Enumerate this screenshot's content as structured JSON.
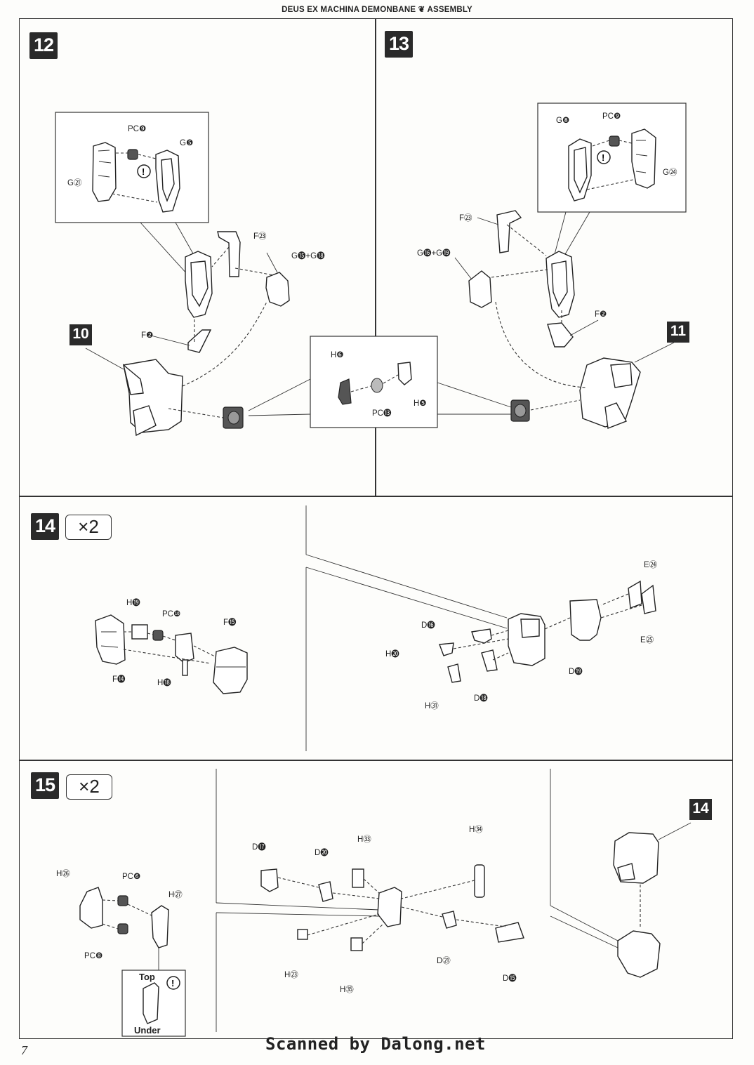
{
  "header": {
    "title": "DEUS EX MACHINA DEMONBANE ❦ ASSEMBLY"
  },
  "steps": {
    "s12": {
      "num": "12",
      "labels": {
        "pc": "PC❾",
        "g5": "G❺",
        "g21": "G㉑",
        "f23": "F㉓",
        "g15g18": "G⓯+G⓲",
        "f2": "F❷",
        "ref": "10"
      }
    },
    "s13": {
      "num": "13",
      "labels": {
        "g8": "G❽",
        "pc": "PC❾",
        "g24": "G㉔",
        "f23": "F㉓",
        "g16g19": "G⓰+G⓳",
        "f2": "F❷",
        "ref": "11"
      }
    },
    "shared": {
      "labels": {
        "h6": "H❻",
        "pcm": "PC⓭",
        "h5": "H❺"
      }
    },
    "s14": {
      "num": "14",
      "mult": "×2",
      "labels": {
        "h19": "H⓳",
        "pco": "PC❿",
        "f15": "F⓯",
        "f14": "F⓮",
        "h18": "H⓲",
        "e24": "E㉔",
        "e25": "E㉕",
        "d16": "D⓰",
        "h20": "H⓴",
        "d19": "D⓳",
        "d18": "D⓲",
        "h31": "H㉛"
      }
    },
    "s15": {
      "num": "15",
      "mult": "×2",
      "labels": {
        "h26": "H㉖",
        "pcf": "PC❻",
        "h27": "H㉗",
        "pch": "PC❽",
        "top": "Top",
        "under": "Under",
        "d17": "D⓱",
        "d20": "D⓴",
        "h33": "H㉝",
        "h34": "H㉞",
        "h23": "H㉓",
        "h35": "H㉟",
        "d21": "D㉑",
        "d15": "D⓯",
        "ref": "14"
      }
    }
  },
  "footer": {
    "page": "7",
    "credit": "Scanned by Dalong.net"
  }
}
